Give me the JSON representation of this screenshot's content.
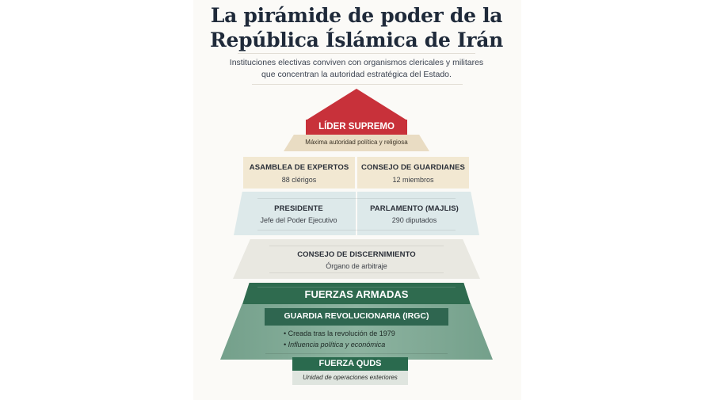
{
  "header": {
    "title_line1": "La pirámide de poder de la",
    "title_line2": "República Íslámica de Irán",
    "subtitle_line1": "Instituciones electivas conviven con organismos clericales y militares",
    "subtitle_line2": "que concentran la autoridad estratégica del Estado."
  },
  "pyramid": {
    "leader": {
      "title": "LÍDER SUPREMO",
      "description": "Máxima autoridad política y religiosa"
    },
    "tier2": [
      {
        "title": "ASAMBLEA DE EXPERTOS",
        "detail": "88 clérigos"
      },
      {
        "title": "CONSEJO DE GUARDIANES",
        "detail": "12 miembros"
      }
    ],
    "tier3": [
      {
        "title": "PRESIDENTE",
        "detail": "Jefe del Poder Ejecutivo"
      },
      {
        "title": "PARLAMENTO (MAJLIS)",
        "detail": "290 diputados"
      }
    ],
    "tier4": {
      "title": "CONSEJO DE DISCERNIMIENTO",
      "detail": "Órgano de arbitraje"
    },
    "armed_forces": {
      "title": "FUERZAS ARMADAS",
      "irgc": {
        "title": "GUARDIA REVOLUCIONARIA (IRGC)",
        "bullets": [
          "• Creada tras la revolución de 1979",
          "• Influencia política y económica"
        ]
      }
    },
    "quds": {
      "title": "FUERZA QUDS",
      "detail": "Unidad de operaciones exteriores"
    }
  },
  "colors": {
    "leader_red": "#c8313a",
    "cream": "#f2e8d2",
    "light_blue": "#dde9ea",
    "light_grey": "#e9e8e1",
    "dark_green": "#2f6b4f",
    "mid_green": "#7fa895",
    "title_navy": "#1f2a3a"
  }
}
